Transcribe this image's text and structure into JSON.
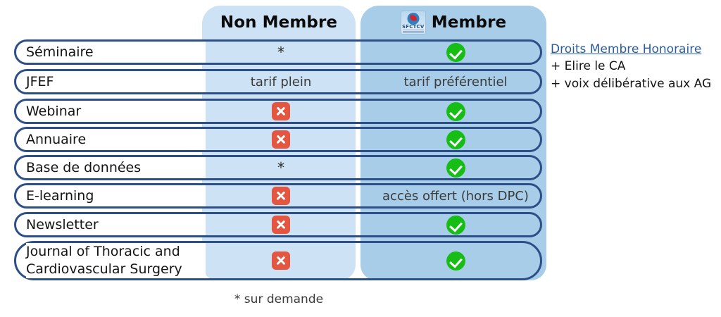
{
  "columns": {
    "feature_header": "",
    "non_member": {
      "label": "Non Membre"
    },
    "member": {
      "label": "Membre",
      "logo_text": "SFCTCV",
      "logo_name": "sfctcv-logo"
    }
  },
  "rows": [
    {
      "feature": "Séminaire",
      "feature_line2": "",
      "non_member": {
        "type": "text",
        "value": "*"
      },
      "member": {
        "type": "check",
        "value": ""
      }
    },
    {
      "feature": "JFEF",
      "feature_line2": "",
      "non_member": {
        "type": "text",
        "value": "tarif plein"
      },
      "member": {
        "type": "text",
        "value": "tarif préférentiel"
      }
    },
    {
      "feature": "Webinar",
      "feature_line2": "",
      "non_member": {
        "type": "cross",
        "value": ""
      },
      "member": {
        "type": "check",
        "value": ""
      }
    },
    {
      "feature": "Annuaire",
      "feature_line2": "",
      "non_member": {
        "type": "cross",
        "value": ""
      },
      "member": {
        "type": "check",
        "value": ""
      }
    },
    {
      "feature": "Base de données",
      "feature_line2": "",
      "non_member": {
        "type": "text",
        "value": "*"
      },
      "member": {
        "type": "check",
        "value": ""
      }
    },
    {
      "feature": "E-learning",
      "feature_line2": "",
      "non_member": {
        "type": "cross",
        "value": ""
      },
      "member": {
        "type": "text",
        "value": "accès offert (hors DPC)"
      }
    },
    {
      "feature": "Newsletter",
      "feature_line2": "",
      "non_member": {
        "type": "cross",
        "value": ""
      },
      "member": {
        "type": "check",
        "value": ""
      }
    },
    {
      "feature": "Journal of Thoracic and",
      "feature_line2": "Cardiovascular Surgery",
      "non_member": {
        "type": "cross",
        "value": ""
      },
      "member": {
        "type": "check",
        "value": ""
      }
    }
  ],
  "notes": {
    "title": "Droits Membre Honoraire",
    "lines": [
      "+ Elire le CA",
      "+ voix délibérative aux AG"
    ]
  },
  "footnote": "*  sur demande",
  "colors": {
    "non_member_band": "#cde2f5",
    "member_band": "#a8cde8",
    "row_border": "#2d4f87",
    "check_green": "#15bd15",
    "cross_red": "#e4563f",
    "link_blue": "#2a5d9e"
  }
}
